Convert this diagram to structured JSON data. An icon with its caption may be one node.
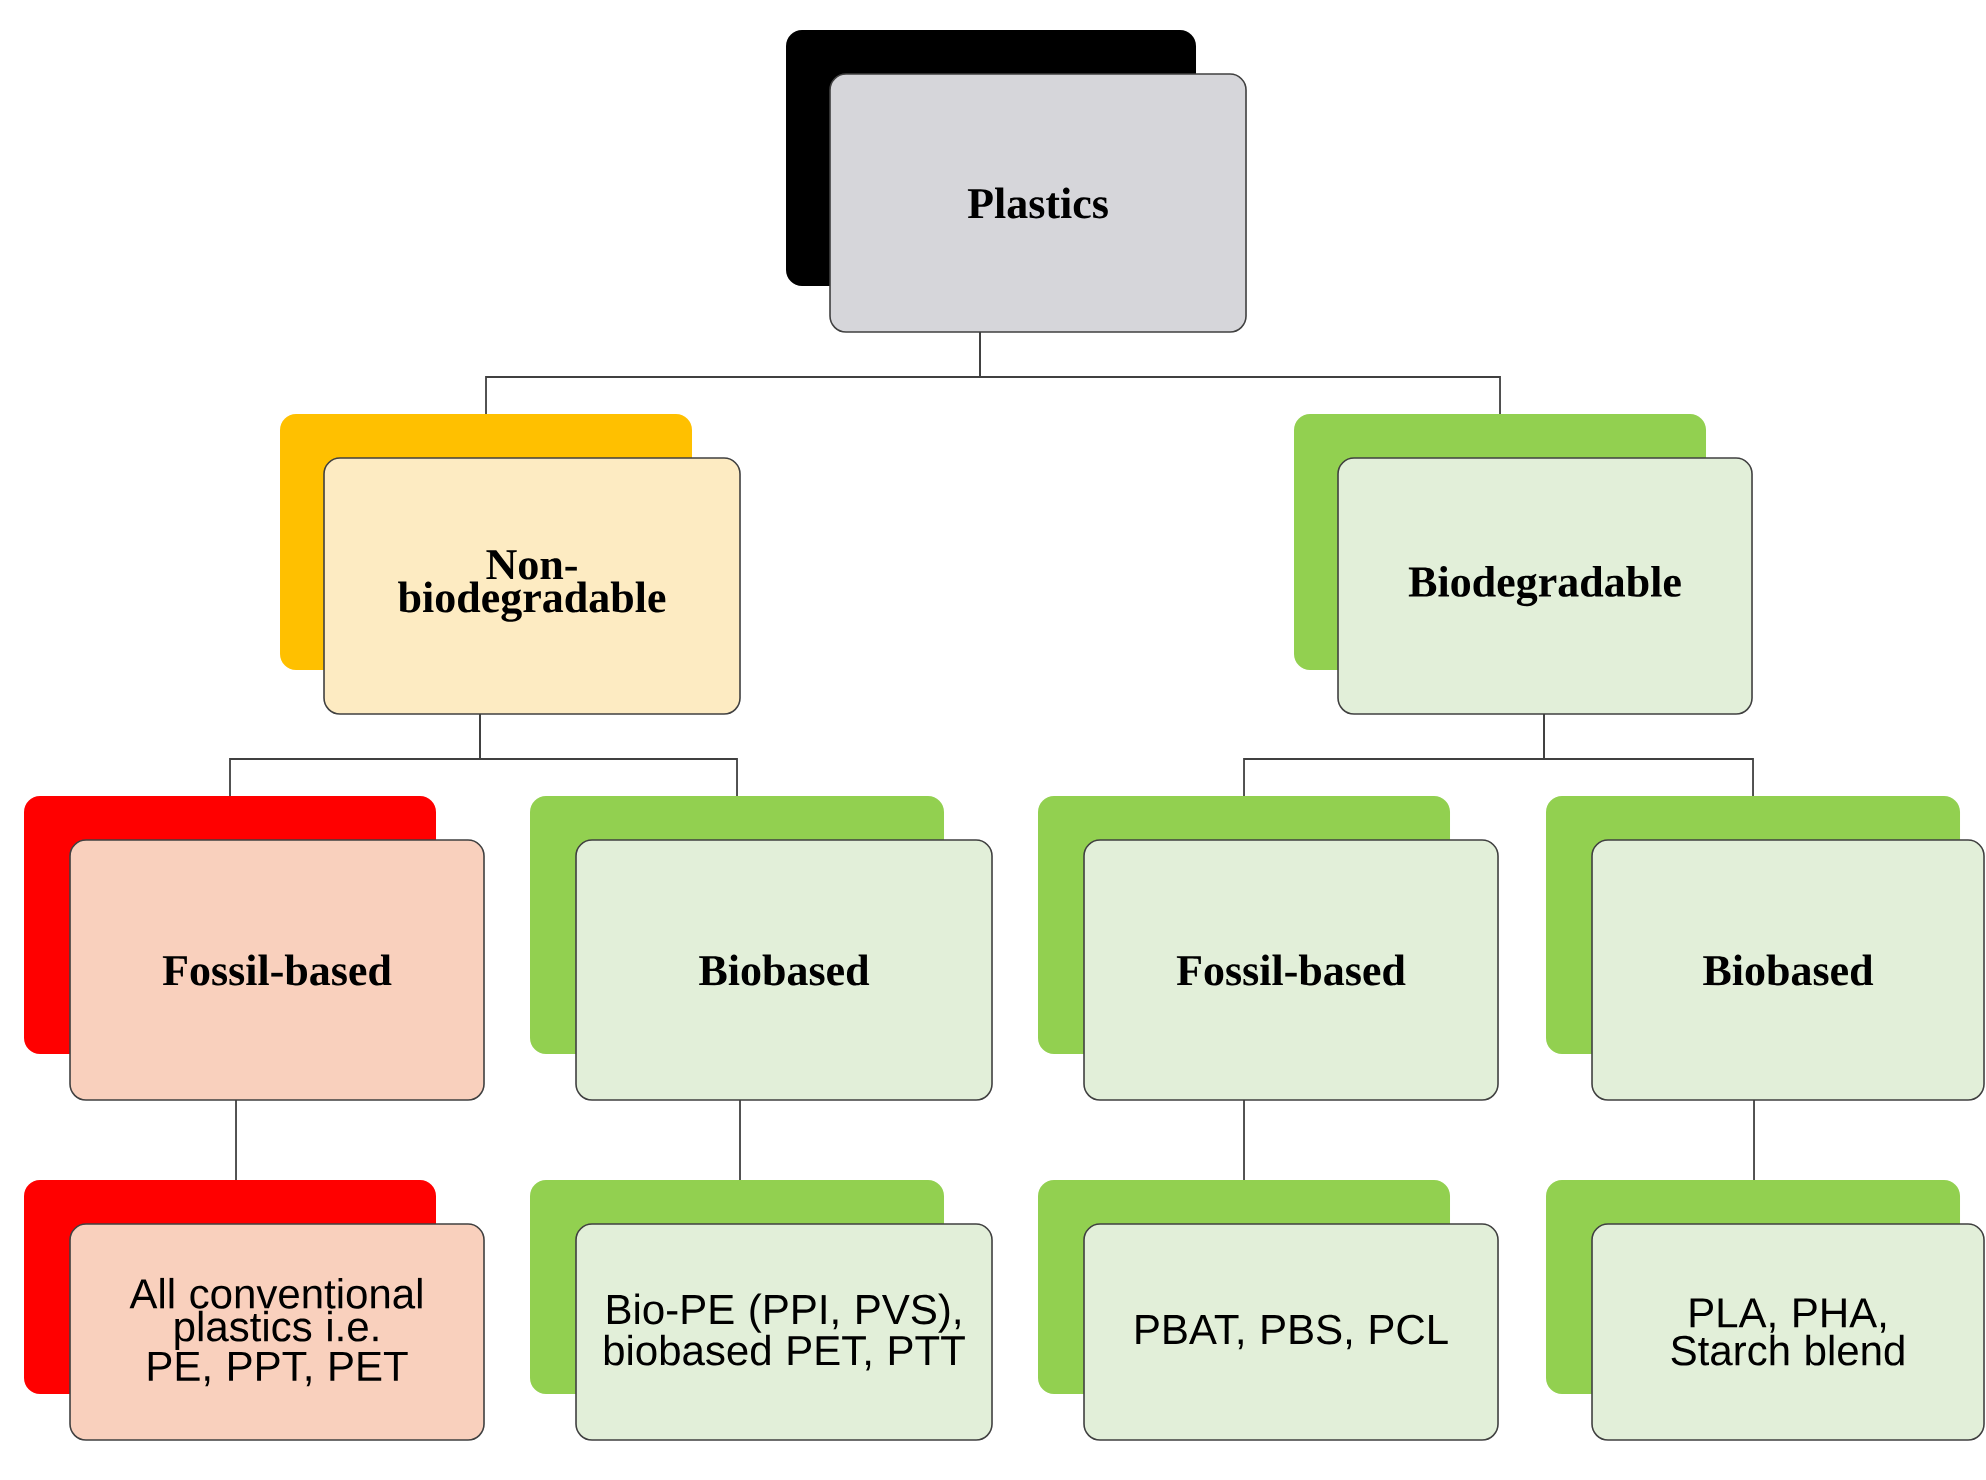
{
  "diagram": {
    "nodes": [
      {
        "text": [
          "Plastics"
        ]
      },
      {
        "text": [
          "Non-biodegradable"
        ]
      },
      {
        "text": [
          "Biodegradable"
        ]
      },
      {
        "text": [
          "Fossil-based"
        ]
      },
      {
        "text": [
          "Biobased"
        ]
      },
      {
        "text": [
          "Fossil-based"
        ]
      },
      {
        "text": [
          "Biobased"
        ]
      },
      {
        "text": [
          "All conventional plastics i.e. PE, PPT, PET"
        ]
      },
      {
        "text": [
          "Bio-PE (PPI, PVS), biobased PET, PTT"
        ]
      },
      {
        "text": [
          "PBAT, PBS, PCL"
        ]
      },
      {
        "text": [
          "PLA, PHA, Starch blend"
        ]
      }
    ],
    "edges": [
      {
        "from": 0,
        "to": 1,
        "arrow": "none"
      },
      {
        "from": 0,
        "to": 2,
        "arrow": "none"
      },
      {
        "from": 1,
        "to": 3,
        "arrow": "none"
      },
      {
        "from": 1,
        "to": 4,
        "arrow": "none"
      },
      {
        "from": 2,
        "to": 5,
        "arrow": "none"
      },
      {
        "from": 2,
        "to": 6,
        "arrow": "none"
      },
      {
        "from": 3,
        "to": 7,
        "arrow": "none"
      },
      {
        "from": 4,
        "to": 8,
        "arrow": "none"
      },
      {
        "from": 5,
        "to": 9,
        "arrow": "none"
      },
      {
        "from": 6,
        "to": 10,
        "arrow": "none"
      }
    ]
  }
}
